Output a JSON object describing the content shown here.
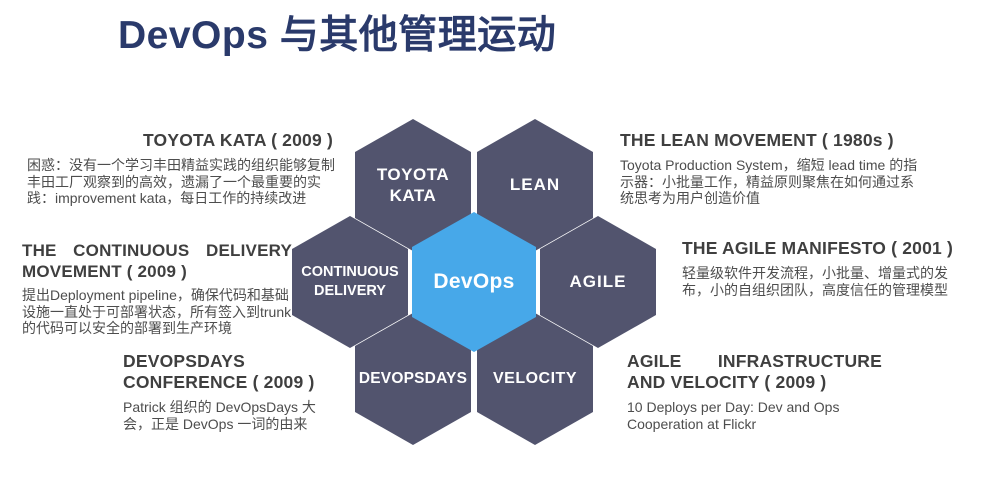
{
  "title": "DevOps 与其他管理运动",
  "colors": {
    "title_text": "#2a3a6b",
    "hexagon_dark": "#52546e",
    "hexagon_blue": "#47a8e9",
    "hexagon_label_text": "#ffffff",
    "block_heading_text": "#3f3f3f",
    "block_body_text": "#4d4d4d",
    "background": "#ffffff"
  },
  "hexagons": {
    "center": {
      "label": "DevOps"
    },
    "toyota_kata": {
      "label": "TOYOTA KATA"
    },
    "lean": {
      "label": "LEAN"
    },
    "continuous_delivery": {
      "label": "CONTINUOUS DELIVERY"
    },
    "agile": {
      "label": "AGILE"
    },
    "devopsdays": {
      "label": "DEVOPSDAYS"
    },
    "velocity": {
      "label": "VELOCITY"
    }
  },
  "blocks": {
    "toyota_kata": {
      "heading": "TOYOTA KATA ( 2009 )",
      "body": "困惑：没有一个学习丰田精益实践的组织能够复制丰田工厂观察到的高效，遗漏了一个最重要的实践：improvement kata，每日工作的持续改进"
    },
    "lean": {
      "heading": "THE LEAN MOVEMENT ( 1980s )",
      "body": "Toyota Production System，缩短 lead time 的指示器：小批量工作，精益原则聚焦在如何通过系统思考为用户创造价值"
    },
    "continuous_delivery": {
      "heading": "THE CONTINUOUS DELIVERY MOVEMENT ( 2009 )",
      "body": "提出Deployment pipeline，确保代码和基础设施一直处于可部署状态，所有签入到trunk的代码可以安全的部署到生产环境"
    },
    "agile": {
      "heading": "THE AGILE MANIFESTO ( 2001 )",
      "body": "轻量级软件开发流程，小批量、增量式的发布，小的自组织团队，高度信任的管理模型"
    },
    "devopsdays": {
      "heading": "DEVOPSDAYS CONFERENCE ( 2009 )",
      "body": "Patrick 组织的 DevOpsDays 大会，正是 DevOps 一词的由来"
    },
    "agile_infrastructure": {
      "heading": "AGILE INFRASTRUCTURE AND VELOCITY ( 2009 )",
      "body": "10 Deploys per Day: Dev and Ops Cooperation at Flickr"
    }
  }
}
